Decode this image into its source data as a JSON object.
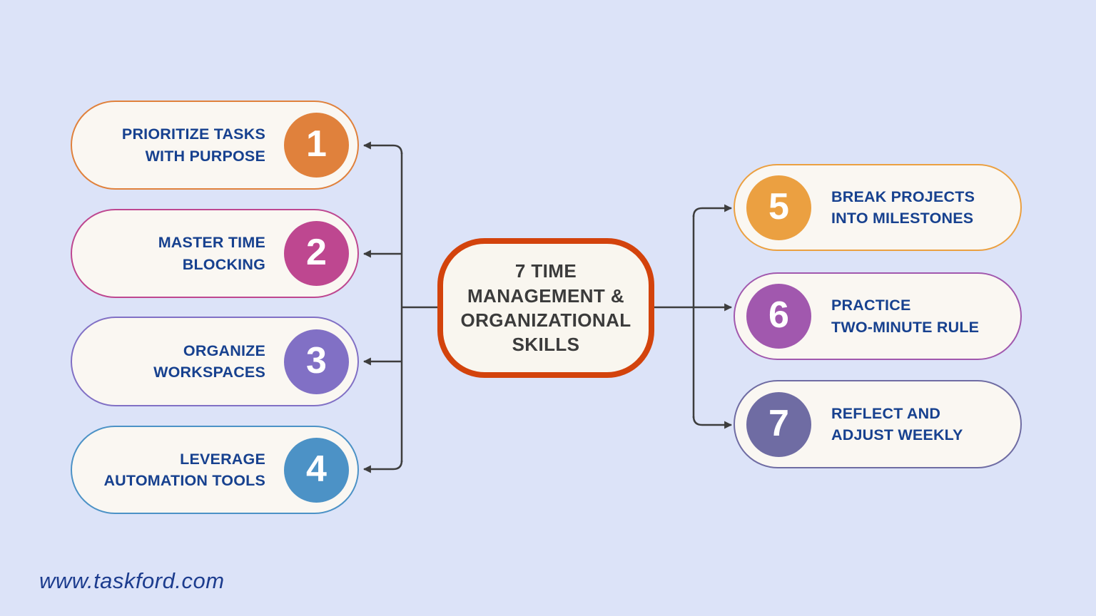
{
  "page": {
    "background_color": "#DCE3F8"
  },
  "center_node": {
    "line1": "7 TIME",
    "line2": "MANAGEMENT &",
    "line3": "ORGANIZATIONAL",
    "line4": "SKILLS",
    "border_color": "#D3430C",
    "fill_color": "#F9F6EF",
    "text_color": "#3B3B3B"
  },
  "pill_style": {
    "fill": "#FAF7F2",
    "text_color": "#17418F",
    "number_color": "#FFFFFF"
  },
  "connector_color": "#3D3D3D",
  "items": [
    {
      "number": "1",
      "line1": "PRIORITIZE TASKS",
      "line2": "WITH PURPOSE",
      "color": "#E0813C",
      "side": "left"
    },
    {
      "number": "2",
      "line1": "MASTER TIME",
      "line2": "BLOCKING",
      "color": "#BE4790",
      "side": "left"
    },
    {
      "number": "3",
      "line1": "ORGANIZE",
      "line2": "WORKSPACES",
      "color": "#8170C5",
      "side": "left"
    },
    {
      "number": "4",
      "line1": "LEVERAGE",
      "line2": "AUTOMATION TOOLS",
      "color": "#4C92C6",
      "side": "left"
    },
    {
      "number": "5",
      "line1": "BREAK PROJECTS",
      "line2": "INTO MILESTONES",
      "color": "#EBA041",
      "side": "right"
    },
    {
      "number": "6",
      "line1": "PRACTICE",
      "line2": "TWO-MINUTE RULE",
      "color": "#A158AE",
      "side": "right"
    },
    {
      "number": "7",
      "line1": "REFLECT AND",
      "line2": "ADJUST WEEKLY",
      "color": "#6F6CA3",
      "side": "right"
    }
  ],
  "footer": {
    "url": "www.taskford.com",
    "color": "#1C3C8E"
  }
}
